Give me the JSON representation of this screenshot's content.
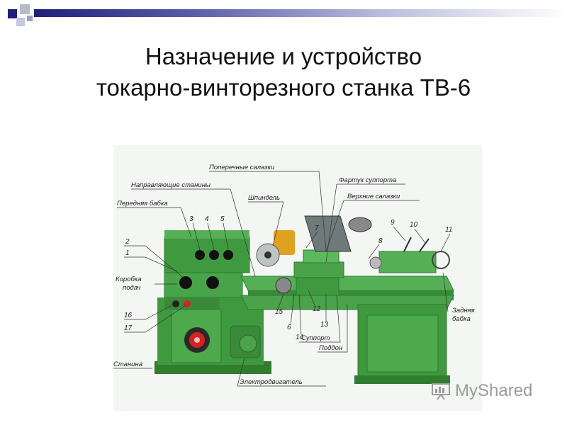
{
  "slide": {
    "title_line1": "Назначение  и устройство",
    "title_line2": "токарно-винторезного станка ТВ-6"
  },
  "diagram": {
    "labels": {
      "poperechnye": "Поперечные салазки",
      "fartuk": "Фартук суппорта",
      "napravl": "Направляющие станины",
      "verhnie": "Верхние салазки",
      "shpindel": "Шпиндель",
      "perednyaya": "Передняя бабка",
      "korobka1": "Коробка",
      "korobka2": "подач",
      "zadnyaya1": "Задняя",
      "zadnyaya2": "бабка",
      "support": "Суппорт",
      "poddon": "Поддон",
      "stanina": "Станина",
      "motor": "Электродвигатель"
    },
    "numbers": {
      "n1": "1",
      "n2": "2",
      "n3": "3",
      "n4": "4",
      "n5": "5",
      "n6": "6",
      "n7": "7",
      "n8": "8",
      "n9": "9",
      "n10": "10",
      "n11": "11",
      "n12": "12",
      "n13": "13",
      "n14": "14",
      "n15": "15",
      "n16": "16",
      "n17": "17"
    },
    "colors": {
      "machine": "#3f9a3f",
      "machine_dark": "#2e7a2e",
      "chuck_accent": "#e0a020",
      "red_accent": "#d82020"
    }
  },
  "watermark": {
    "text": "MyShared",
    "icon": "presentation-board-icon"
  }
}
